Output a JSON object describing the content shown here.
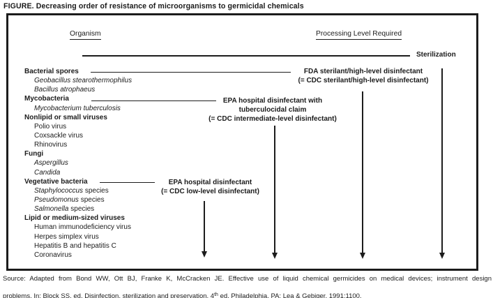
{
  "colors": {
    "ink": "#1b1b1b",
    "background": "#ffffff"
  },
  "title": "FIGURE. Decreasing order of resistance of microorganisms to germicidal chemicals",
  "headers": {
    "organism": "Organism",
    "processing": "Processing Level Required"
  },
  "levels": {
    "sterilization": "Sterilization",
    "fda": [
      "FDA sterilant/high-level disinfectant",
      "(= CDC sterilant/high-level disinfectant)"
    ],
    "epa_tb": [
      "EPA hospital disinfectant with",
      "tuberculocidal claim",
      "(= CDC intermediate-level disinfectant)"
    ],
    "epa_low": [
      "EPA hospital disinfectant",
      "(= CDC low-level disinfectant)"
    ]
  },
  "organisms": [
    {
      "it": "",
      "txt": "Bacterial spores"
    },
    {
      "it": "Geobacillus stearothermophilus",
      "txt": ""
    },
    {
      "it": "Bacillus atrophaeus",
      "txt": ""
    },
    {
      "it": "",
      "txt": "Mycobacteria"
    },
    {
      "it": "Mycobacterium tuberculosis",
      "txt": ""
    },
    {
      "it": "",
      "txt": "Nonlipid or small viruses"
    },
    {
      "it": "",
      "txt": "Polio virus"
    },
    {
      "it": "",
      "txt": "Coxsackle virus"
    },
    {
      "it": "",
      "txt": "Rhinovirus"
    },
    {
      "it": "",
      "txt": "Fungi"
    },
    {
      "it": "Aspergillus",
      "txt": ""
    },
    {
      "it": "Candida",
      "txt": ""
    },
    {
      "it": "",
      "txt": "Vegetative bacteria"
    },
    {
      "it": "Staphylococcus",
      "txt": " species"
    },
    {
      "it": "Pseudomonus",
      "txt": " species"
    },
    {
      "it": "Salmonella",
      "txt": " species"
    },
    {
      "it": "",
      "txt": "Lipid or medium-sized viruses"
    },
    {
      "it": "",
      "txt": "Human immunodeficiency virus"
    },
    {
      "it": "",
      "txt": "Herpes simplex virus"
    },
    {
      "it": "",
      "txt": "Hepatitis B and hepatitis C"
    },
    {
      "it": "",
      "txt": "Coronavirus"
    }
  ],
  "source": {
    "line1": "Source: Adapted from Bond WW, Ott BJ, Franke K, McCracken JE. Effective use of liquid chemical germicides on medical devices; instrument design",
    "line2a": "problems. In: Block SS, ed. Disinfection, sterilization and preservation. 4",
    "sup": "th",
    "line2b": " ed. Philadelphia, PA: Lea & Gebiger, 1991:1100."
  }
}
